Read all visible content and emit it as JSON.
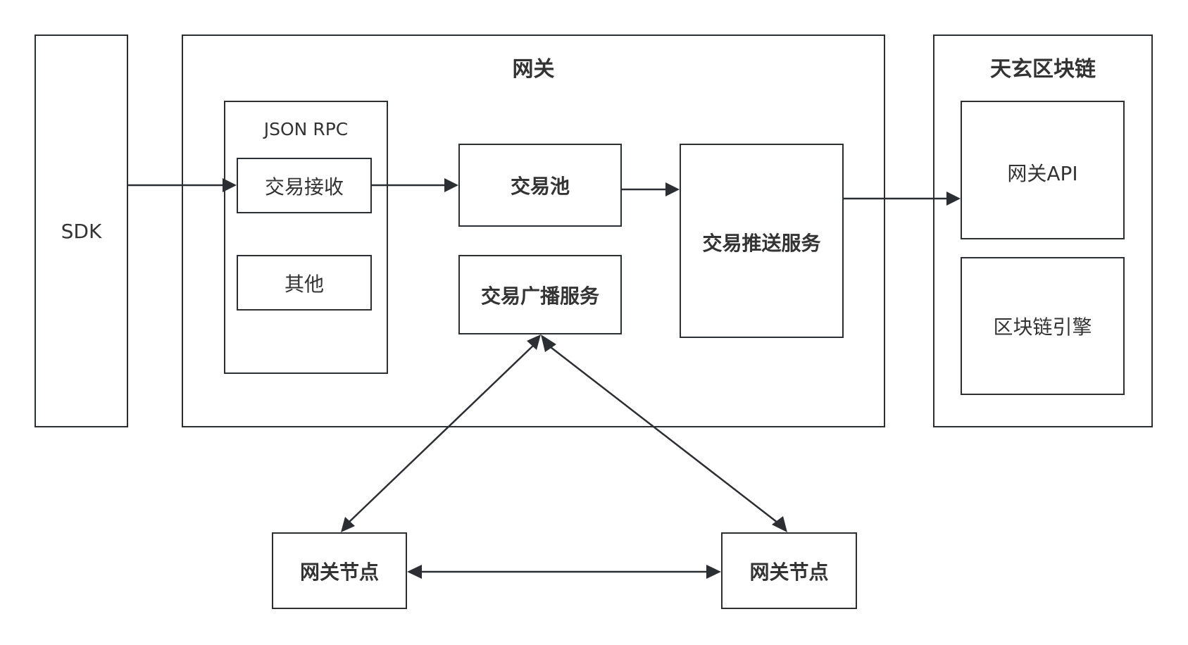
{
  "diagram": {
    "sdk": {
      "label": "SDK"
    },
    "gateway": {
      "title": "网关",
      "json_rpc": {
        "title": "JSON RPC",
        "tx_receive": "交易接收",
        "other": "其他"
      },
      "tx_pool": "交易池",
      "tx_broadcast": "交易广播服务",
      "tx_push": "交易推送服务"
    },
    "blockchain": {
      "title": "天玄区块链",
      "gateway_api": "网关API",
      "engine": "区块链引擎"
    },
    "nodes": [
      {
        "label": "网关节点"
      },
      {
        "label": "网关节点"
      }
    ],
    "edges": [
      {
        "from": "SDK",
        "to": "交易接收",
        "type": "arrow"
      },
      {
        "from": "交易接收",
        "to": "交易池",
        "type": "arrow"
      },
      {
        "from": "交易池",
        "to": "交易推送服务",
        "type": "arrow"
      },
      {
        "from": "交易推送服务",
        "to": "网关API",
        "type": "arrow"
      },
      {
        "from": "交易广播服务",
        "to": "网关节点 (left)",
        "type": "bidirectional"
      },
      {
        "from": "交易广播服务",
        "to": "网关节点 (right)",
        "type": "bidirectional"
      },
      {
        "from": "网关节点 (left)",
        "to": "网关节点 (right)",
        "type": "bidirectional"
      }
    ],
    "colors": {
      "stroke": "#2b2f33",
      "text": "#333333",
      "background": "#ffffff"
    }
  }
}
